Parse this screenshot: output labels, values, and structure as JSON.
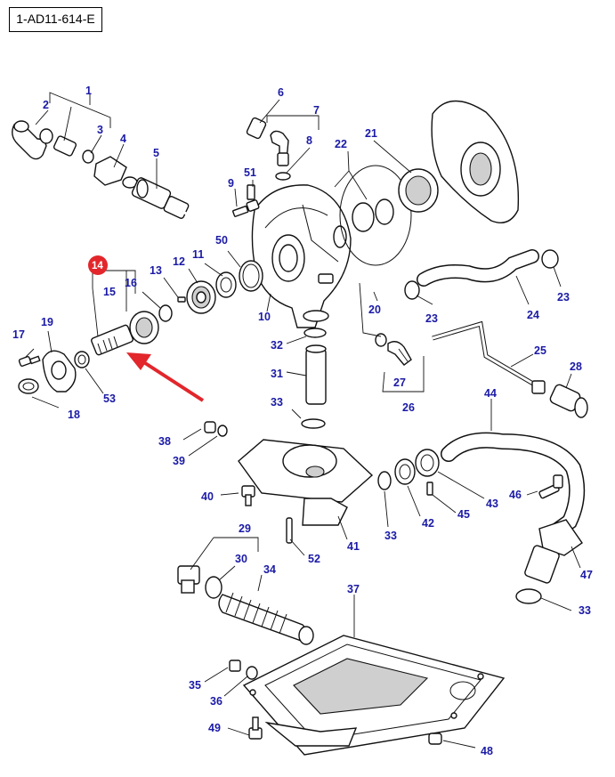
{
  "diagram_ref": "1-AD11-614-E",
  "highlight": {
    "label": "14",
    "color": "#e2262b"
  },
  "arrow_color": "#e2262b",
  "label_color": "#1a1aa6",
  "labels": {
    "l1": "1",
    "l2": "2",
    "l3": "3",
    "l4": "4",
    "l5": "5",
    "l6": "6",
    "l7": "7",
    "l8": "8",
    "l9": "9",
    "l10": "10",
    "l11": "11",
    "l12": "12",
    "l13": "13",
    "l15": "15",
    "l16": "16",
    "l17": "17",
    "l18": "18",
    "l19": "19",
    "l20": "20",
    "l21": "21",
    "l22": "22",
    "l23a": "23",
    "l23b": "23",
    "l24": "24",
    "l25": "25",
    "l26": "26",
    "l27": "27",
    "l28": "28",
    "l29": "29",
    "l30": "30",
    "l31": "31",
    "l32": "32",
    "l33a": "33",
    "l33b": "33",
    "l33c": "33",
    "l34": "34",
    "l35": "35",
    "l36": "36",
    "l37": "37",
    "l38": "38",
    "l39": "39",
    "l40": "40",
    "l41": "41",
    "l42": "42",
    "l43": "43",
    "l44": "44",
    "l45": "45",
    "l46": "46",
    "l47": "47",
    "l48": "48",
    "l49": "49",
    "l50": "50",
    "l51": "51",
    "l52": "52",
    "l53": "53"
  }
}
